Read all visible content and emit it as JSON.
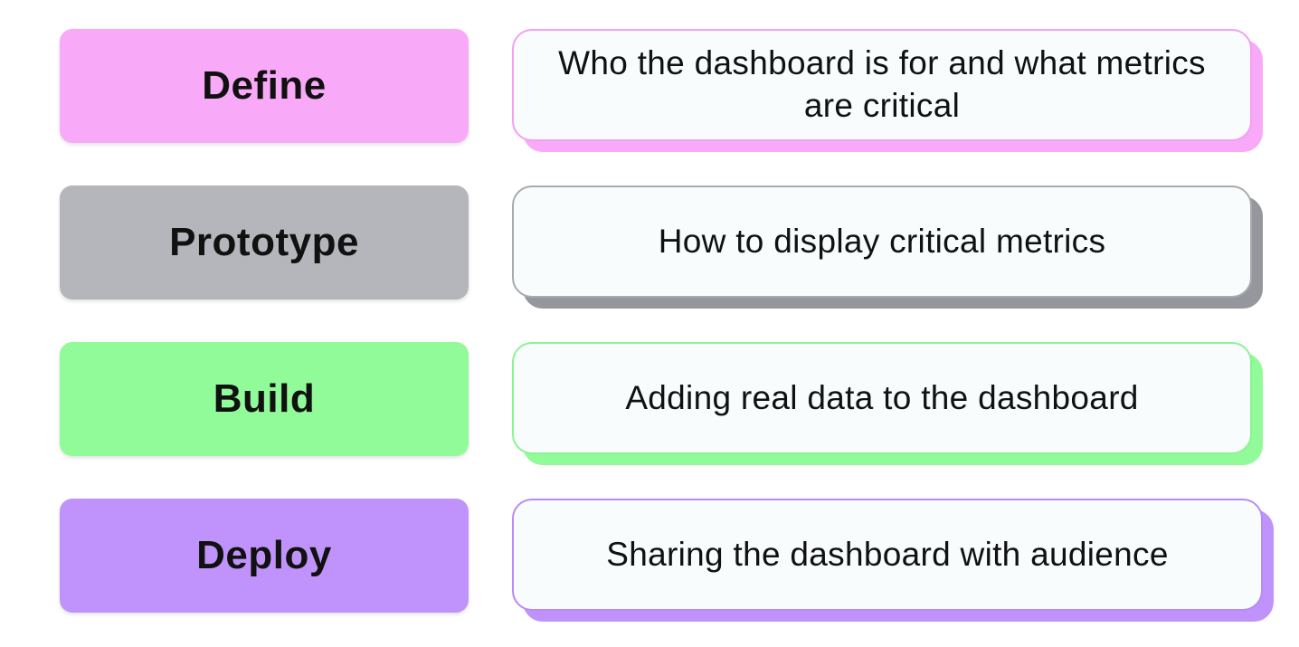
{
  "steps": [
    {
      "label": "Define",
      "description": "Who the dashboard is for and what metrics are critical",
      "color": "#f8aaf8",
      "border_color": "#f2a0f2",
      "shadow_color": "#f8aaf8"
    },
    {
      "label": "Prototype",
      "description": "How to display critical metrics",
      "color": "#b5b6bb",
      "border_color": "#a9aaae",
      "shadow_color": "#95979c"
    },
    {
      "label": "Build",
      "description": "Adding real data to the dashboard",
      "color": "#90fb98",
      "border_color": "#8cf394",
      "shadow_color": "#90fb98"
    },
    {
      "label": "Deploy",
      "description": "Sharing the dashboard with audience",
      "color": "#c093fc",
      "border_color": "#b98af6",
      "shadow_color": "#c093fc"
    }
  ]
}
